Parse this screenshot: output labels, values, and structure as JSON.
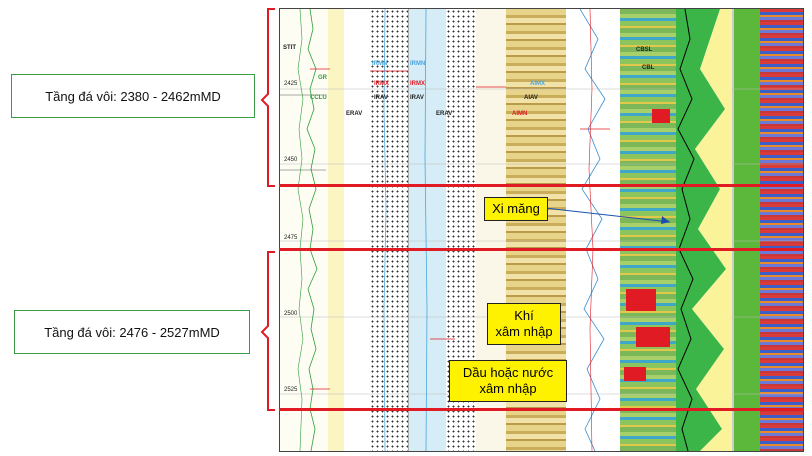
{
  "zones": {
    "upper": {
      "label": "Tầng đá vôi: 2380 - 2462mMD"
    },
    "lower": {
      "label": "Tầng đá vôi: 2476 - 2527mMD"
    }
  },
  "callouts": {
    "cement": "Xi măng",
    "gas_line1": "Khí",
    "gas_line2": "xâm nhập",
    "oil_line1": "Dầu hoặc nước",
    "oil_line2": "xâm nhập"
  },
  "depths": [
    "2425",
    "2450",
    "2475",
    "2500",
    "2525"
  ],
  "curve_labels": {
    "stit": "STIT",
    "gr": "GR",
    "cclu": "CCLU",
    "irmn1": "IRMN",
    "irmx": "IRMX",
    "irav": "IRAV",
    "erav": "ERAV",
    "irmn2": "IRMN",
    "irmx2": "IRMX",
    "irav2": "IRAV",
    "erav2": "ERAV",
    "amx": "AIMX",
    "aiav": "AIAV",
    "aimn": "AIMN",
    "cbsl": "CBSL",
    "cbl": "CBL"
  },
  "colors": {
    "zone_line": "#e01b24",
    "label_border": "#3a9d46",
    "callout_fill": "#fff200",
    "green_track": "#5cb83a",
    "fill_yellow": "#fbf39a"
  }
}
